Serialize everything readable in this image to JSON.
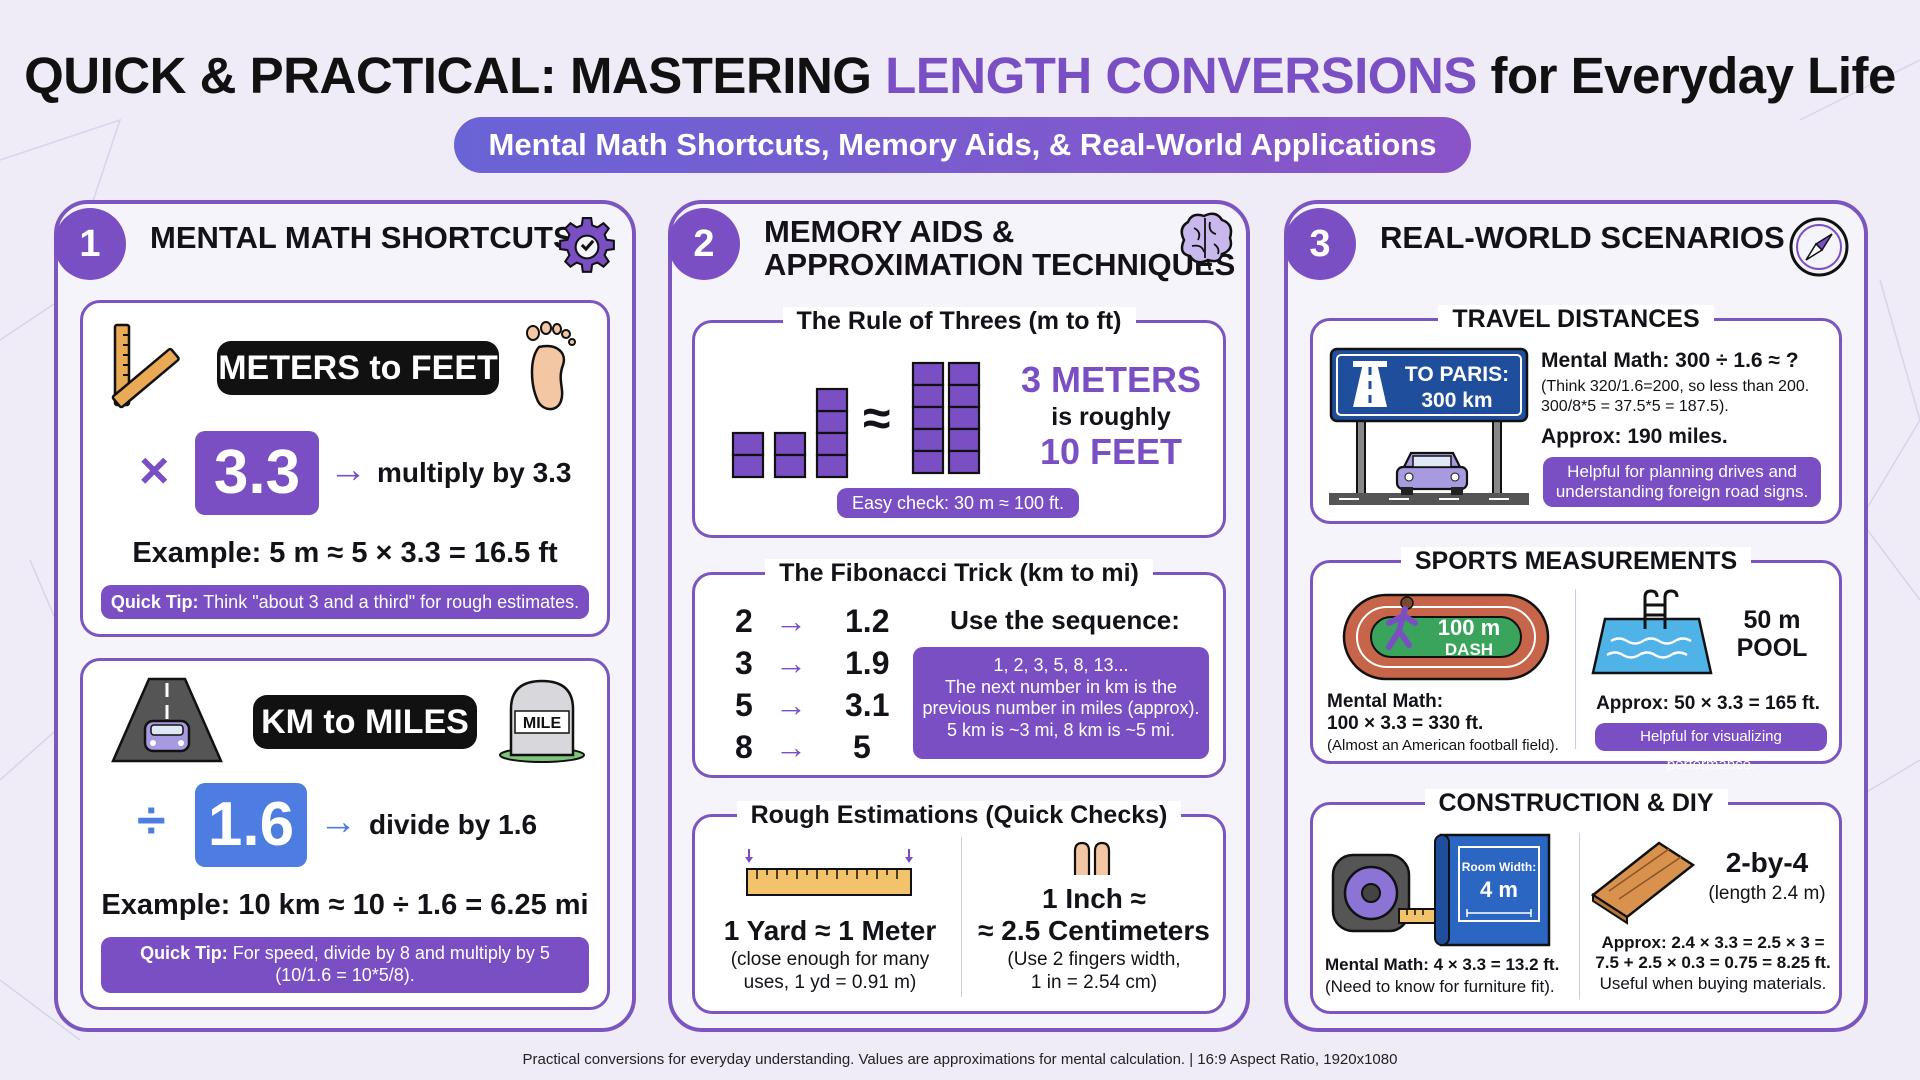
{
  "header": {
    "title_pre": "QUICK & PRACTICAL: MASTERING ",
    "title_accent": "LENGTH CONVERSIONS",
    "title_post": " for Everyday Life",
    "subtitle": "Mental Math Shortcuts, Memory Aids, & Real-World Applications"
  },
  "colors": {
    "accent": "#7b4fc4",
    "blue": "#4d7de0",
    "dark": "#111111",
    "navy": "#1f4f9c",
    "green": "#2f9e58"
  },
  "col1": {
    "number": "1",
    "title": "MENTAL MATH SHORTCUTS",
    "icon": "gear-icon",
    "meters": {
      "label": "METERS to FEET",
      "operator": "×",
      "factor": "3.3",
      "arrow": "→",
      "instruction": "multiply by 3.3",
      "example": "Example: 5 m ≈ 5 × 3.3 = 16.5 ft",
      "tip_label": "Quick Tip:",
      "tip_text": " Think \"about 3 and a third\" for rough estimates.",
      "icons": [
        "ruler-icon",
        "foot-icon"
      ]
    },
    "km": {
      "label": "KM to MILES",
      "operator": "÷",
      "factor": "1.6",
      "arrow": "→",
      "instruction": "divide by 1.6",
      "example": "Example: 10 km ≈ 10 ÷ 1.6 = 6.25 mi",
      "tip_label": "Quick Tip:",
      "tip_text": " For speed, divide by 8 and multiply by 5",
      "tip_text2": "(10/1.6 = 10*5/8).",
      "mile_sign": "MILE",
      "icons": [
        "road-car-icon",
        "milestone-icon"
      ]
    }
  },
  "col2": {
    "number": "2",
    "title_line1": "MEMORY AIDS &",
    "title_line2": "APPROXIMATION TECHNIQUES",
    "icon": "brain-icon",
    "threes": {
      "heading": "The Rule of Threes (m to ft)",
      "approx": "≈",
      "big1": "3 METERS",
      "mid": "is roughly",
      "big2": "10 FEET",
      "check": "Easy check: 30 m ≈ 100 ft.",
      "icons": [
        "cubes-3-icon",
        "cubes-10-icon"
      ]
    },
    "fib": {
      "heading": "The Fibonacci Trick (km to mi)",
      "rows": [
        {
          "km": "2",
          "mi": "1.2"
        },
        {
          "km": "3",
          "mi": "1.9"
        },
        {
          "km": "5",
          "mi": "3.1"
        },
        {
          "km": "8",
          "mi": "5"
        }
      ],
      "arrow": "→",
      "use_label": "Use the sequence:",
      "box_line1": "1, 2, 3, 5, 8, 13...",
      "box_line2": "The next number in km is the",
      "box_line3": "previous number in miles (approx).",
      "box_line4": "5 km is ~3 mi, 8 km is ~5 mi."
    },
    "rough": {
      "heading": "Rough Estimations (Quick Checks)",
      "yard_title": "1 Yard ≈ 1 Meter",
      "yard_sub1": "(close enough for many",
      "yard_sub2": "uses, 1 yd = 0.91 m)",
      "inch_title1": "1 Inch ≈",
      "inch_title2": "≈ 2.5 Centimeters",
      "inch_sub1": "(Use 2 fingers width,",
      "inch_sub2": "1 in = 2.54 cm)",
      "icons": [
        "tape-ruler-icon",
        "two-fingers-icon"
      ]
    }
  },
  "col3": {
    "number": "3",
    "title": "REAL-WORLD SCENARIOS",
    "icon": "compass-icon",
    "travel": {
      "heading": "TRAVEL DISTANCES",
      "sign_line1": "TO PARIS:",
      "sign_line2": "300 km",
      "math_title": "Mental Math: 300 ÷ 1.6 ≈ ?",
      "math_sub1": "(Think 320/1.6=200, so less than 200.",
      "math_sub2": "300/8*5 = 37.5*5 = 187.5).",
      "approx": "Approx: 190 miles.",
      "help1": "Helpful for planning drives and",
      "help2": "understanding foreign road signs.",
      "icons": [
        "highway-sign-icon",
        "car-icon"
      ]
    },
    "sports": {
      "heading": "SPORTS MEASUREMENTS",
      "track1": "100 m",
      "track2": "DASH",
      "math_title": "Mental Math:",
      "math_line": "100 × 3.3 = 330 ft.",
      "math_sub": "(Almost an American football field).",
      "pool1": "50 m",
      "pool2": "POOL",
      "pool_approx": "Approx: 50 × 3.3 = 165 ft.",
      "pool_help": "Helpful for visualizing performance.",
      "icons": [
        "running-track-icon",
        "pool-icon"
      ]
    },
    "construction": {
      "heading": "CONSTRUCTION & DIY",
      "blueprint1": "Room Width:",
      "blueprint2": "4 m",
      "math_line": "Mental Math: 4 × 3.3 = 13.2 ft.",
      "math_sub": "(Need to know for furniture fit).",
      "lumber_title": "2-by-4",
      "lumber_sub": "(length 2.4 m)",
      "approx1": "Approx: 2.4 × 3.3 = 2.5 × 3 =",
      "approx2": "7.5 + 2.5 × 0.3 = 0.75 = 8.25 ft.",
      "approx3": "Useful when buying materials.",
      "icons": [
        "tape-measure-icon",
        "blueprint-icon",
        "lumber-icon"
      ]
    }
  },
  "footer": "Practical conversions for everyday understanding. Values are approximations for mental calculation. | 16:9 Aspect Ratio, 1920x1080"
}
